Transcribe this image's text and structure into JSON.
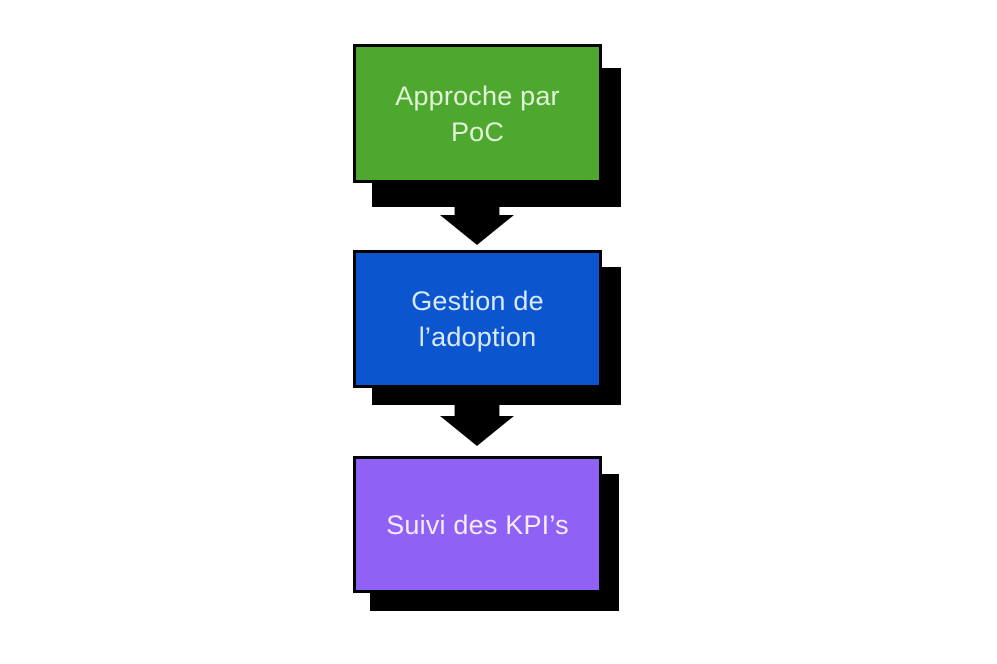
{
  "page": {
    "background": "#ffffff"
  },
  "diagram": {
    "type": "flowchart-vertical",
    "shadow_color": "#000000",
    "border_color": "#000000",
    "arrow_color": "#000000",
    "nodes": [
      {
        "id": "approche-par-poc",
        "label": "Approche par PoC",
        "fill": "#4EA72E",
        "text_color": "#DFF3D6"
      },
      {
        "id": "gestion-de-l-adoption",
        "label": "Gestion de l’adoption",
        "fill": "#0B55CE",
        "text_color": "#D8E8FF"
      },
      {
        "id": "suivi-des-kpis",
        "label": "Suivi des KPI’s",
        "fill": "#8F62F5",
        "text_color": "#F4EAF9"
      }
    ],
    "connectors": [
      {
        "from": "approche-par-poc",
        "to": "gestion-de-l-adoption",
        "direction": "down"
      },
      {
        "from": "gestion-de-l-adoption",
        "to": "suivi-des-kpis",
        "direction": "down"
      }
    ]
  }
}
